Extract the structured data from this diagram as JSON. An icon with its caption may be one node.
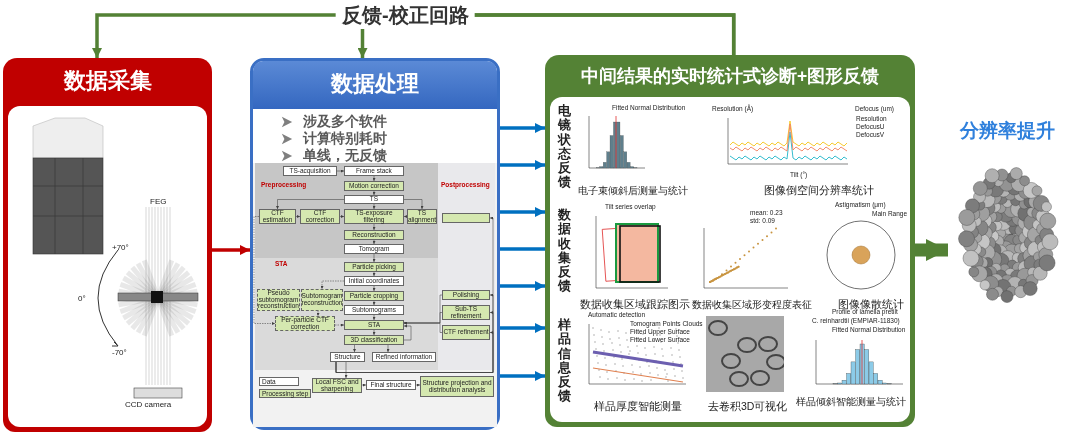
{
  "diagram": {
    "nodes": [
      {
        "text": [
          "数据采集"
        ]
      },
      {
        "text": [
          "数据处理",
          "涉及多个软件",
          "计算特别耗时",
          "单线，无反馈"
        ]
      },
      {
        "text": [
          "Preprocessing"
        ],
        "in": 1
      },
      {
        "text": [
          "TS-acquisition"
        ],
        "in": 2
      },
      {
        "text": [
          "Frame stack"
        ],
        "in": 2
      },
      {
        "text": [
          "Motion correction"
        ],
        "in": 2
      },
      {
        "text": [
          "TS"
        ],
        "in": 2
      },
      {
        "text": [
          "CTF estimation"
        ],
        "in": 2
      },
      {
        "text": [
          "CTF correction"
        ],
        "in": 2
      },
      {
        "text": [
          "TS-exposure filtering"
        ],
        "in": 2
      },
      {
        "text": [
          "TS alignment"
        ],
        "in": 2
      },
      {
        "text": [
          "Reconstruction"
        ],
        "in": 2
      },
      {
        "text": [
          "Tomogram"
        ],
        "in": 2
      },
      {
        "text": [
          "STA"
        ],
        "in": 1
      },
      {
        "text": [
          "Particle picking"
        ],
        "in": 13
      },
      {
        "text": [
          "Initial coordinates"
        ],
        "in": 13
      },
      {
        "text": [
          "Pseudo subtomogram reconstruction"
        ],
        "in": 13
      },
      {
        "text": [
          "Subtomogram reconstruction"
        ],
        "in": 13
      },
      {
        "text": [
          "Particle cropping"
        ],
        "in": 13
      },
      {
        "text": [
          "Subtomograms"
        ],
        "in": 13
      },
      {
        "text": [
          "Per-particle CTF correction"
        ],
        "in": 13
      },
      {
        "text": [
          "STA"
        ],
        "in": 13
      },
      {
        "text": [
          "3D classification"
        ],
        "in": 13
      },
      {
        "text": [
          "Structure"
        ],
        "in": 13
      },
      {
        "text": [
          "Refined information"
        ],
        "in": 13
      },
      {
        "text": [
          "Postprocessing"
        ],
        "in": 1
      },
      {
        "text": [],
        "shape": "box",
        "in": 25
      },
      {
        "text": [
          "Polishing"
        ],
        "in": 25
      },
      {
        "text": [
          "Sub-TS refinement"
        ],
        "in": 25
      },
      {
        "text": [
          "CTF refinement"
        ],
        "in": 25
      },
      {
        "text": [
          "Local FSC and sharpening"
        ],
        "in": 1
      },
      {
        "text": [
          "Final structure"
        ],
        "in": 1
      },
      {
        "text": [
          "Structure projection and distribution analysis"
        ],
        "in": 1
      },
      {
        "text": [
          "中间结果的实时统计式诊断+图形反馈"
        ]
      },
      {
        "text": [
          "分辨率提升"
        ]
      }
    ],
    "edges": [
      {
        "from": 0,
        "to": 1,
        "arrow": "to",
        "style": "thick",
        "color": "#c00000"
      },
      {
        "from": 1,
        "to": 33,
        "arrow": "to",
        "style": "thick",
        "color": "#0070c0"
      },
      {
        "from": 1,
        "to": 33,
        "arrow": "to",
        "style": "thick",
        "color": "#0070c0"
      },
      {
        "from": 1,
        "to": 33,
        "arrow": "to",
        "style": "thick",
        "color": "#0070c0"
      },
      {
        "from": 1,
        "to": 33,
        "arrow": "none",
        "style": "thick",
        "color": "#0070c0"
      },
      {
        "from": 1,
        "to": 33,
        "arrow": "to",
        "style": "thick",
        "color": "#0070c0"
      },
      {
        "from": 1,
        "to": 33,
        "arrow": "to",
        "style": "thick",
        "color": "#0070c0"
      },
      {
        "from": 1,
        "to": 33,
        "arrow": "to",
        "style": "thick",
        "color": "#0070c0"
      },
      {
        "from": 33,
        "to": 34,
        "arrow": "to",
        "style": "thick",
        "color": "#538135"
      },
      {
        "from": 33,
        "to": 0,
        "arrow": "to",
        "label": "反馈-校正回路",
        "style": "thick",
        "color": "#538135"
      },
      {
        "from": 33,
        "to": 1,
        "arrow": "to",
        "style": "thick",
        "color": "#538135"
      },
      {
        "from": 3,
        "to": 4,
        "arrow": "to"
      },
      {
        "from": 4,
        "to": 5,
        "arrow": "to"
      },
      {
        "from": 5,
        "to": 6,
        "arrow": "to"
      },
      {
        "from": 6,
        "to": 7,
        "arrow": "to"
      },
      {
        "from": 6,
        "to": 9,
        "arrow": "to"
      },
      {
        "from": 6,
        "to": 10,
        "arrow": "to"
      },
      {
        "from": 7,
        "to": 8,
        "arrow": "to"
      },
      {
        "from": 8,
        "to": 9,
        "arrow": "to"
      },
      {
        "from": 10,
        "to": 9,
        "arrow": "to"
      },
      {
        "from": 9,
        "to": 11,
        "arrow": "to"
      },
      {
        "from": 11,
        "to": 12,
        "arrow": "to"
      },
      {
        "from": 12,
        "to": 14,
        "arrow": "to"
      },
      {
        "from": 14,
        "to": 15,
        "arrow": "to"
      },
      {
        "from": 15,
        "to": 18,
        "arrow": "to"
      },
      {
        "from": 18,
        "to": 19,
        "arrow": "to"
      },
      {
        "from": 19,
        "to": 21,
        "arrow": "to"
      },
      {
        "from": 21,
        "to": 22,
        "arrow": "to"
      },
      {
        "from": 22,
        "to": 21,
        "arrow": "to"
      },
      {
        "from": 22,
        "to": 23,
        "arrow": "to"
      },
      {
        "from": 22,
        "to": 24,
        "arrow": "to"
      },
      {
        "from": 23,
        "to": 30,
        "arrow": "to"
      },
      {
        "from": 30,
        "to": 31,
        "arrow": "to"
      },
      {
        "from": 31,
        "to": 32,
        "arrow": "to"
      },
      {
        "from": 7,
        "to": 20,
        "arrow": "to",
        "style": "dashed"
      },
      {
        "from": 15,
        "to": 17,
        "arrow": "to",
        "style": "dashed"
      },
      {
        "from": 17,
        "to": 20,
        "arrow": "to",
        "style": "dashed"
      },
      {
        "from": 20,
        "to": 21,
        "arrow": "to",
        "style": "dashed"
      },
      {
        "from": 23,
        "to": 26,
        "arrow": "to"
      },
      {
        "from": 23,
        "to": 27,
        "arrow": "to"
      },
      {
        "from": 23,
        "to": 28,
        "arrow": "to"
      },
      {
        "from": 23,
        "to": 29,
        "arrow": "to"
      },
      {
        "from": 27,
        "to": 21,
        "arrow": "to"
      },
      {
        "from": 28,
        "to": 21,
        "arrow": "to"
      },
      {
        "from": 29,
        "to": 21,
        "arrow": "to"
      }
    ],
    "labels": [
      "FEG",
      "+70°",
      "0°",
      "-70°",
      "CCD camera",
      "电镜状态反馈",
      "Fitted Normal Distribution",
      "Resolution (Å)",
      "Defocus (um)",
      "Resolution",
      "DefocusU",
      "DefocusV",
      "Tilt (°)",
      "电子束倾斜后测量与统计",
      "图像倒空间分辨率统计",
      "数据收集反馈",
      "Tilt series overlap",
      "mean: 0.23",
      "std: 0.09",
      "Astigmatism (μm)",
      "Main Range",
      "数据收集区域跟踪图示",
      "数据收集区域形变程度表征",
      "图像像散统计",
      "样品信息反馈",
      "Automatic detection",
      "Tomogram Points Clouds",
      "Fitted Upper Surface",
      "Fitted Lower Surface",
      "Profile of lamella pretilt",
      "C. reinhardtii (EMPIAR-11830)",
      "Fitted Normal Distribution",
      "样品厚度智能测量",
      "去卷积3D可视化",
      "样品倾斜智能测量与统计"
    ],
    "legend": [
      {
        "text": "Data",
        "color": "#ffffff"
      },
      {
        "text": "Processing step",
        "color": "#d5e8b0"
      }
    ]
  }
}
